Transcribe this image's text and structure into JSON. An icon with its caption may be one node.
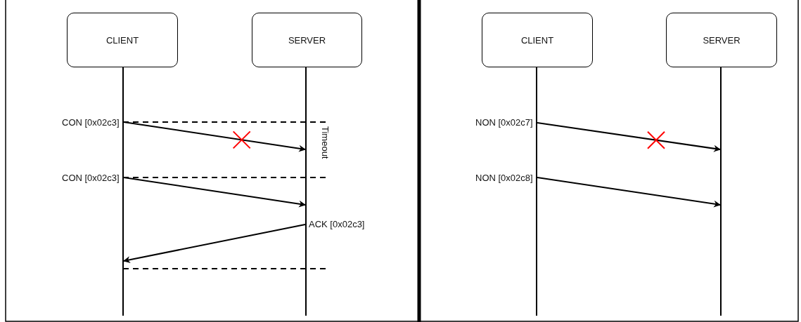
{
  "diagram": {
    "nodes": [
      {
        "text": [
          "CLIENT"
        ]
      },
      {
        "text": [
          "SERVER"
        ]
      },
      {
        "text": [
          "CLIENT"
        ]
      },
      {
        "text": [
          "SERVER"
        ]
      },
      {
        "text": [],
        "shape": "line"
      },
      {
        "text": [],
        "shape": "line"
      },
      {
        "text": [],
        "shape": "line"
      },
      {
        "text": [],
        "shape": "line"
      }
    ],
    "edges": [
      {
        "from": 4,
        "to": 5,
        "arrow": "to",
        "label": "CON [0x02c3]"
      },
      {
        "from": 4,
        "to": 5,
        "arrow": "to",
        "label": "CON [0x02c3]"
      },
      {
        "from": 5,
        "to": 4,
        "arrow": "to",
        "label": "ACK [0x02c3]"
      },
      {
        "from": 6,
        "to": 7,
        "arrow": "to",
        "label": "NON [0x02c7]"
      },
      {
        "from": 6,
        "to": 7,
        "arrow": "to",
        "label": "NON [0x02c8]"
      }
    ],
    "labels": [
      "Timeout"
    ]
  }
}
